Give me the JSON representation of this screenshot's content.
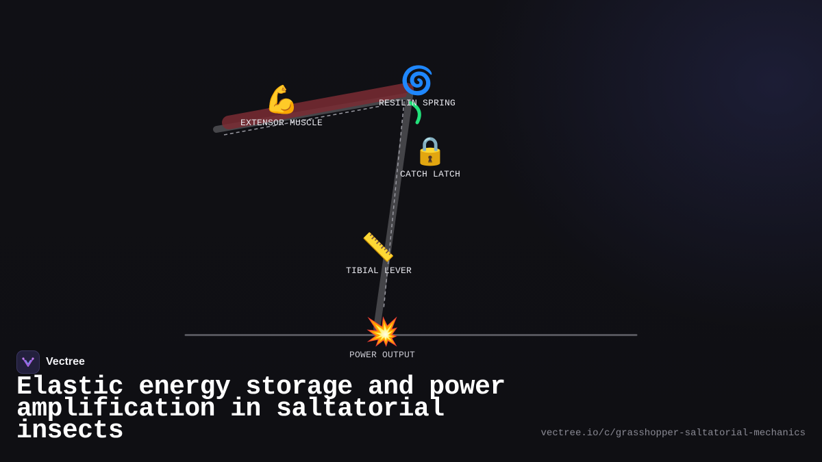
{
  "diagram": {
    "nodes": {
      "extensor_muscle": {
        "label": "EXTENSOR MUSCLE",
        "icon": "flexed-biceps-emoji"
      },
      "resilin_spring": {
        "label": "RESILIN SPRING",
        "icon": "cyclone-emoji"
      },
      "catch_latch": {
        "label": "CATCH LATCH",
        "icon": "lock-emoji"
      },
      "tibial_lever": {
        "label": "TIBIAL LEVER",
        "icon": "straight-ruler-emoji"
      },
      "power_output": {
        "label": "POWER OUTPUT",
        "icon": "collision-emoji"
      }
    },
    "colors": {
      "muscle": "#7a2c32",
      "femur": "#4a4a4e",
      "tibia": "#444448",
      "spring_arc": "#22e07a",
      "ground": "#55555c"
    }
  },
  "brand": {
    "name": "Vectree"
  },
  "title": "Elastic energy storage and power amplification in saltatorial insects",
  "url": "vectree.io/c/grasshopper-saltatorial-mechanics"
}
